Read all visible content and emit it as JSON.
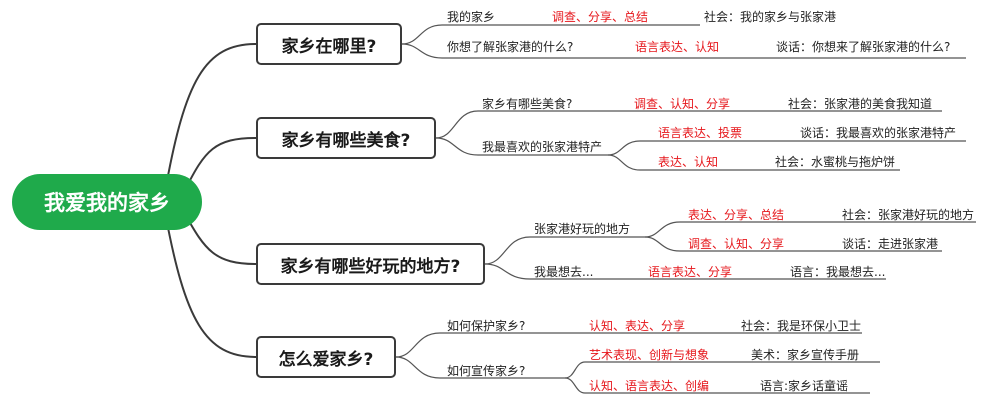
{
  "root": "我爱我的家乡",
  "branches": [
    {
      "topic": "家乡在哪里?",
      "items": [
        {
          "question": "我的家乡",
          "goals": "调查、分享、总结",
          "activity": "社会：我的家乡与张家港"
        },
        {
          "question": "你想了解张家港的什么?",
          "goals": "语言表达、认知",
          "activity": "谈话：你想来了解张家港的什么?"
        }
      ]
    },
    {
      "topic": "家乡有哪些美食?",
      "items": [
        {
          "question": "家乡有哪些美食?",
          "goals": "调查、认知、分享",
          "activity": "社会：张家港的美食我知道"
        },
        {
          "question": "我最喜欢的张家港特产",
          "subs": [
            {
              "goals": "语言表达、投票",
              "activity": "谈话：我最喜欢的张家港特产"
            },
            {
              "goals": "表达、认知",
              "activity": "社会：水蜜桃与拖炉饼"
            }
          ]
        }
      ]
    },
    {
      "topic": "家乡有哪些好玩的地方?",
      "items": [
        {
          "question": "张家港好玩的地方",
          "subs": [
            {
              "goals": "表达、分享、总结",
              "activity": "社会：张家港好玩的地方"
            },
            {
              "goals": "调查、认知、分享",
              "activity": "谈话：走进张家港"
            }
          ]
        },
        {
          "question": "我最想去...",
          "goals": "语言表达、分享",
          "activity": "语言：我最想去..."
        }
      ]
    },
    {
      "topic": "怎么爱家乡?",
      "items": [
        {
          "question": "如何保护家乡?",
          "goals": "认知、表达、分享",
          "activity": "社会：我是环保小卫士"
        },
        {
          "question": "如何宣传家乡?",
          "subs": [
            {
              "goals": "艺术表现、创新与想象",
              "activity": "美术：家乡宣传手册"
            },
            {
              "goals": "认知、语言表达、创编",
              "activity": "语言:家乡话童谣"
            }
          ]
        }
      ]
    }
  ]
}
